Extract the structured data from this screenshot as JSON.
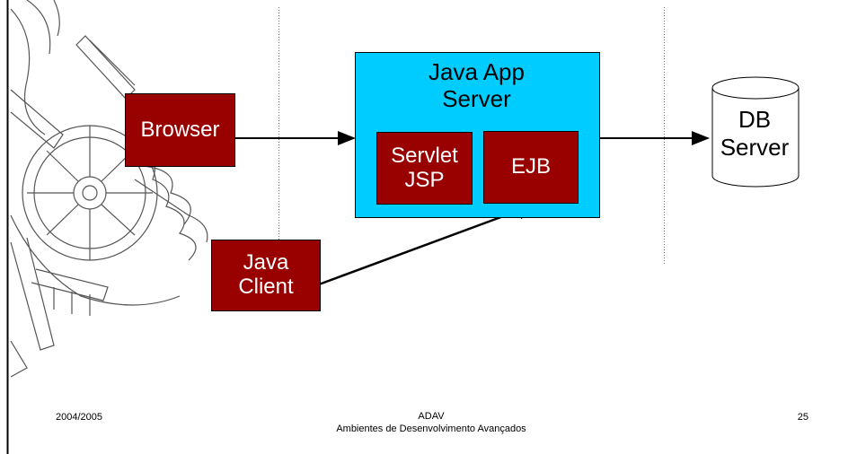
{
  "diagram": {
    "browser": "Browser",
    "java_client": "Java\nClient",
    "app_server_title": "Java App\nServer",
    "servlet_jsp": "Servlet\nJSP",
    "ejb": "EJB",
    "db_server": "DB\nServer"
  },
  "footer": {
    "year": "2004/2005",
    "course_code": "ADAV",
    "course_name": "Ambientes de Desenvolvimento Avançados",
    "page_number": "25"
  },
  "colors": {
    "component_fill": "#990000",
    "app_server_fill": "#00ccff"
  }
}
